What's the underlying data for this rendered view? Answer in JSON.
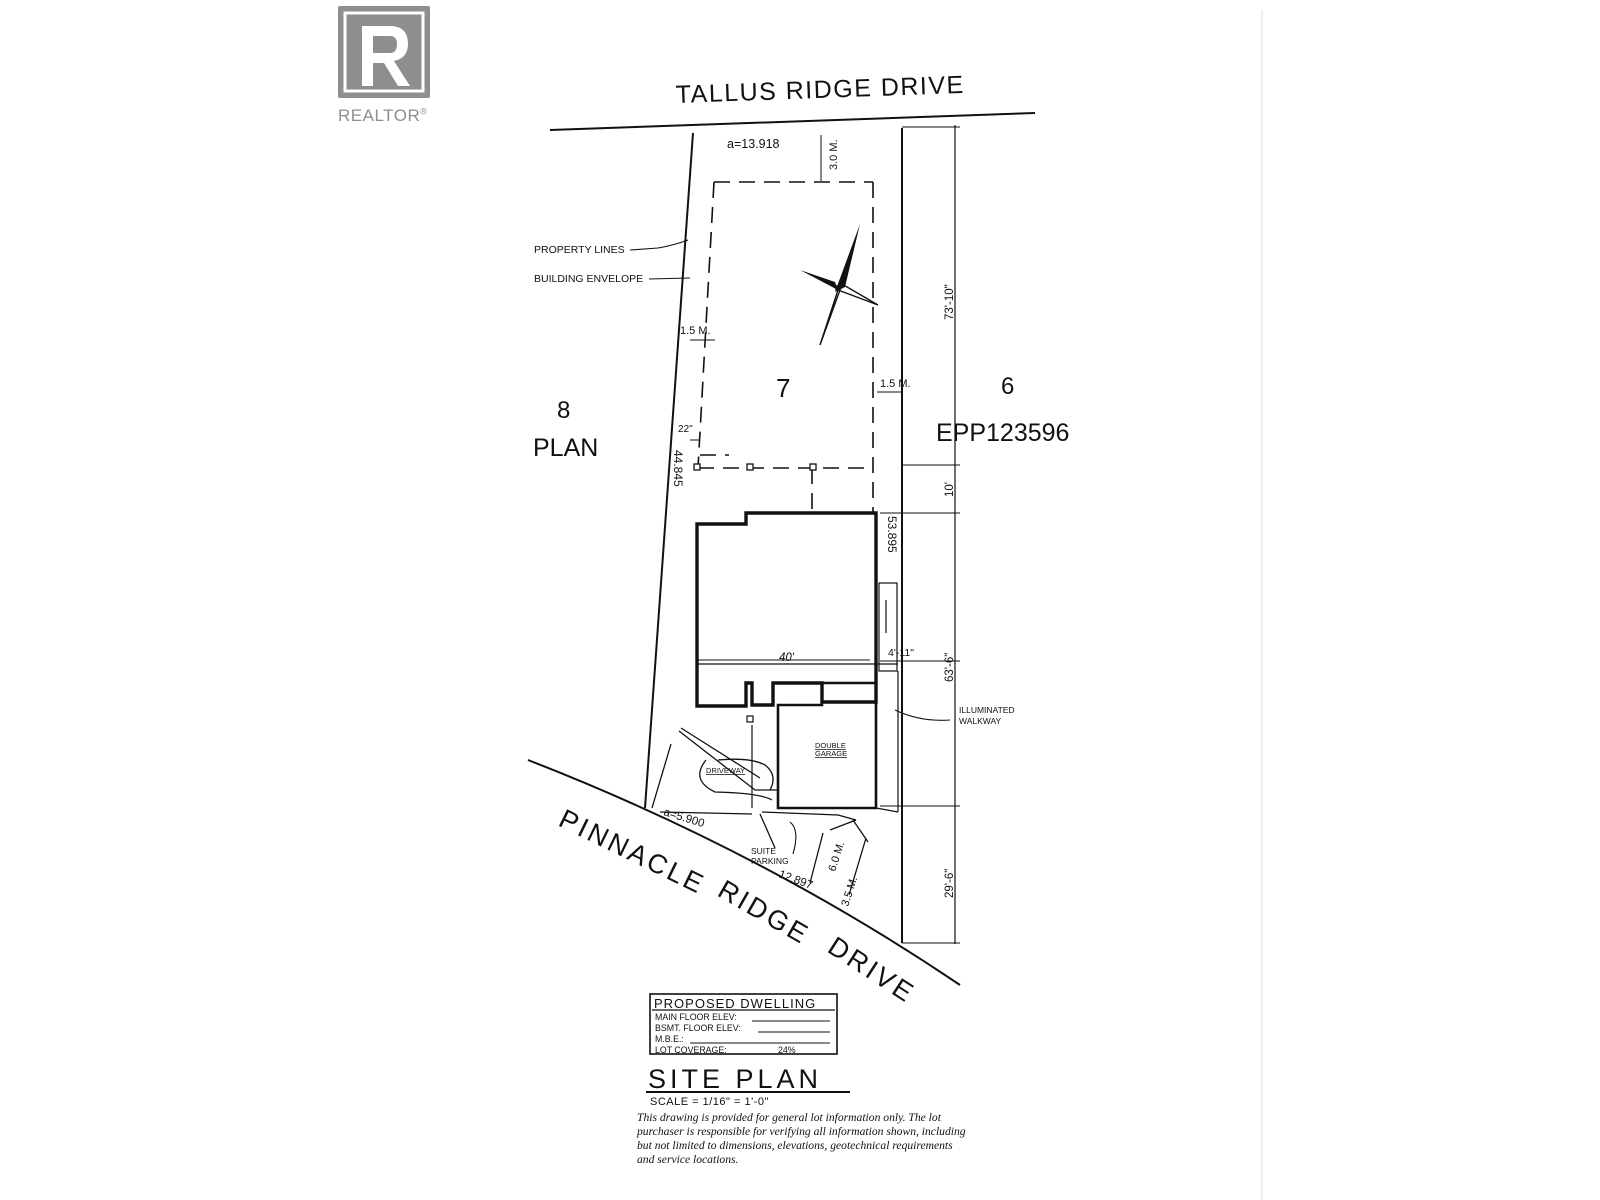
{
  "logo": {
    "wordmark": "REALTOR",
    "mark": "®",
    "color": "#8e8e8e"
  },
  "streets": {
    "top": "TALLUS RIDGE DRIVE",
    "bottom_words": [
      "PINNACLE",
      "RIDGE",
      "DRIVE"
    ]
  },
  "lots": {
    "subject": "7",
    "left_number": "8",
    "left_plan": "PLAN",
    "right_number": "6",
    "right_plan": "EPP123596"
  },
  "labels": {
    "property_lines": "PROPERTY LINES",
    "building_envelope": "BUILDING ENVELOPE",
    "illuminated_walkway": [
      "ILLUMINATED",
      "WALKWAY"
    ],
    "double_garage": [
      "DOUBLE",
      "GARAGE"
    ],
    "driveway": "DRIVEWAY",
    "suite_parking": [
      "SUITE",
      "PARKING"
    ]
  },
  "dimensions": {
    "arc_top": "a=13.918",
    "setback_top": "3.0 M.",
    "setback_left": "1.5 M.",
    "setback_right": "1.5 M.",
    "offset_22": "22\"",
    "left_line": "44.845",
    "right_line": "53.895",
    "width_40": "40'",
    "offset_side": "4'-11\"",
    "right_73": "73'-10\"",
    "right_10": "10'",
    "right_63": "63'-6\"",
    "right_29": "29'-6\"",
    "arc_bottom": "a=5.900",
    "bottom_line": "12.897",
    "setback_6": "6.0 M.",
    "setback_35": "3.5 M."
  },
  "title_block": {
    "header": "PROPOSED DWELLING",
    "rows": [
      "MAIN FLOOR ELEV:",
      "BSMT. FLOOR ELEV:",
      "M.B.E.:",
      "LOT COVERAGE:"
    ],
    "lot_coverage_value": "24%"
  },
  "title": "SITE PLAN",
  "scale": "SCALE = 1/16\" = 1'-0\"",
  "disclaimer": "This drawing is provided for general lot information only. The lot purchaser is responsible for verifying all information shown, including but not limited to dimensions, elevations, geotechnical requirements and service locations."
}
